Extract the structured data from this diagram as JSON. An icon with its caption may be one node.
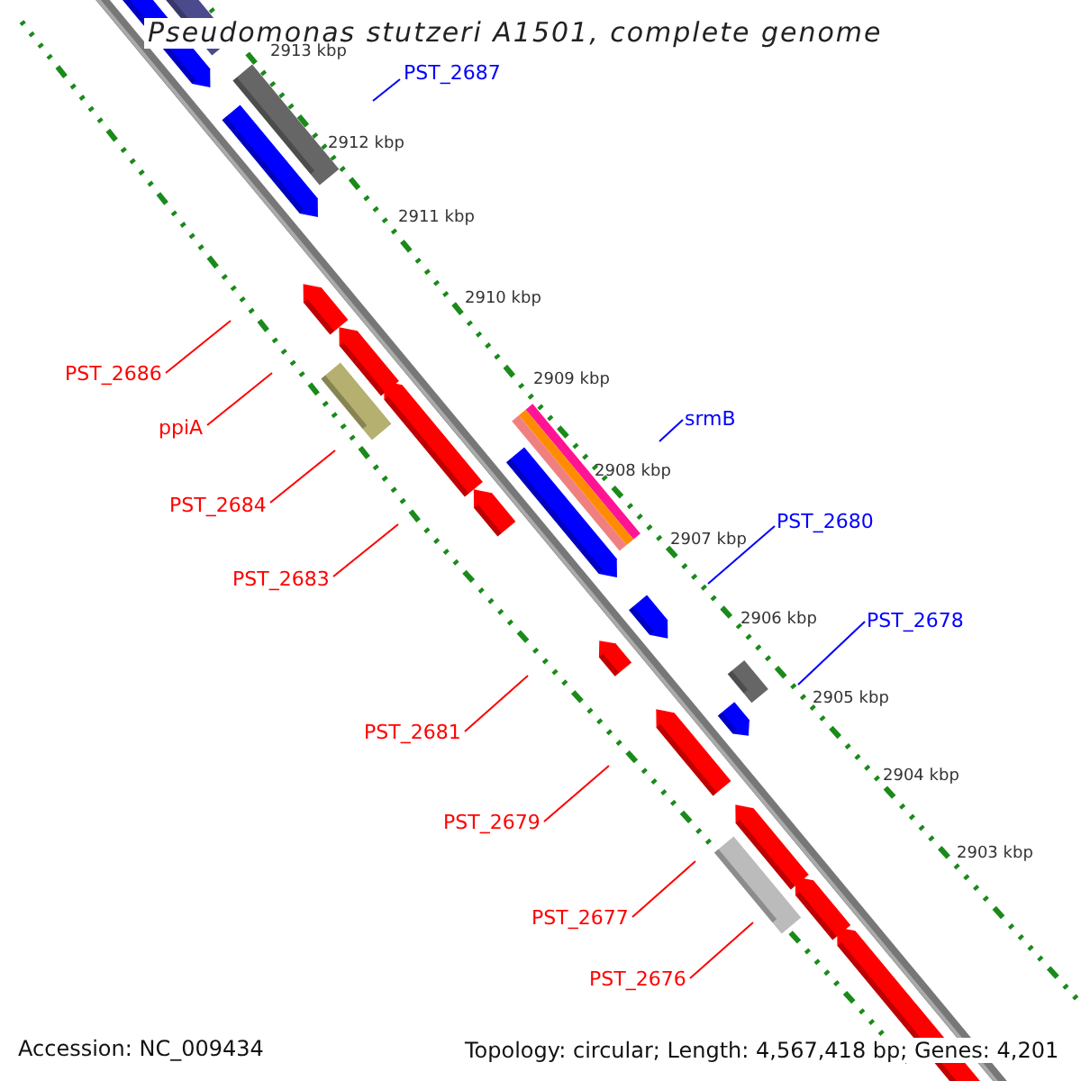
{
  "diagram": {
    "title": "Pseudomonas stutzeri A1501, complete genome",
    "nodes": [
      {
        "text": [
          "PST_2687"
        ]
      },
      {
        "text": [
          "PST_2686"
        ]
      },
      {
        "text": [
          "srmB"
        ]
      },
      {
        "text": [
          "ppiA"
        ]
      },
      {
        "text": [
          "PST_2684"
        ]
      },
      {
        "text": [
          "PST_2680"
        ]
      },
      {
        "text": [
          "PST_2683"
        ]
      },
      {
        "text": [
          "PST_2678"
        ]
      },
      {
        "text": [
          "PST_2681"
        ]
      },
      {
        "text": [
          "PST_2679"
        ]
      },
      {
        "text": [
          "PST_2677"
        ]
      },
      {
        "text": [
          "PST_2676"
        ]
      }
    ],
    "edges": [
      {
        "from": 0,
        "to": null,
        "arrow": "none",
        "color": "#0000ff"
      },
      {
        "from": 1,
        "to": null,
        "arrow": "none"
      },
      {
        "from": 2,
        "to": null,
        "arrow": "none",
        "color": "#0000ff"
      },
      {
        "from": 3,
        "to": null,
        "arrow": "none"
      },
      {
        "from": 4,
        "to": null,
        "arrow": "none"
      },
      {
        "from": 5,
        "to": null,
        "arrow": "none",
        "color": "#0000ff"
      },
      {
        "from": 6,
        "to": null,
        "arrow": "none"
      },
      {
        "from": 7,
        "to": null,
        "arrow": "none",
        "color": "#0000ff"
      },
      {
        "from": 8,
        "to": null,
        "arrow": "none"
      },
      {
        "from": 9,
        "to": null,
        "arrow": "none"
      },
      {
        "from": 10,
        "to": null,
        "arrow": "none"
      },
      {
        "from": 11,
        "to": null,
        "arrow": "none"
      }
    ],
    "labels": [
      "2913 kbp",
      "2912 kbp",
      "2911 kbp",
      "2910 kbp",
      "2909 kbp",
      "2908 kbp",
      "2907 kbp",
      "2906 kbp",
      "2905 kbp",
      "2904 kbp",
      "2903 kbp",
      "Accession: NC_009434",
      "Topology: circular; Length: 4,567,418 bp; Genes: 4,201"
    ]
  }
}
